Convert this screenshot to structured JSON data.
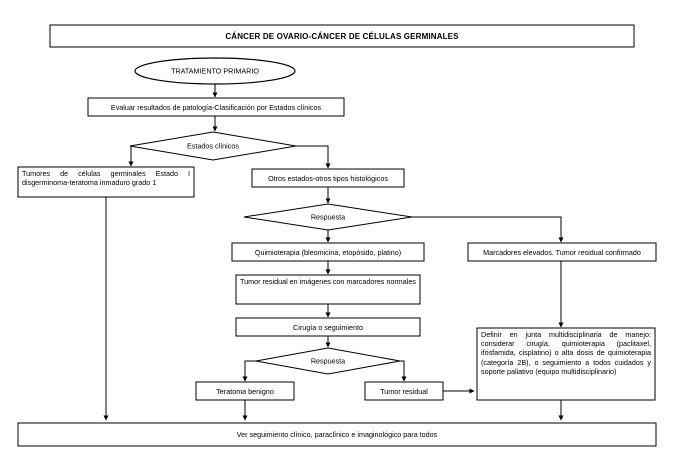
{
  "diagram": {
    "title": "CÁNCER DE OVARIO-CÁNCER DE CÉLULAS GERMINALES",
    "start": "TRATAMIENTO PRIMARIO",
    "nodes": {
      "evaluar": "Evaluar resultados de patología-Clasificación por Estados clínicos",
      "estados_clinicos": "Estados clínicos",
      "tumores_estado_i": "Tumores de células germinales Estado I disgerminoma-teratoma inmaduro grado 1",
      "otros_estados": "Otros estados-otros tipos histológicos",
      "respuesta_1": "Respuesta",
      "quimioterapia": "Quimioterapia (bleomicina, etopósido, platino)",
      "marcadores_elevados": "Marcadores elevados. Tumor residual confirmado",
      "tumor_residual_imagenes": "Tumor residual en imágenes con marcadores normales",
      "cirugia_seguimiento": "Cirugía o seguimiento",
      "respuesta_2": "Respuesta",
      "teratoma_benigno": "Teratoma benigno",
      "tumor_residual": "Tumor residual",
      "junta_multidisciplinaria": "Definir en junta multidisciplinaria de manejo: considerar cirugía, quimioterapia (paclitaxel, ifosfamida, cisplatino) o alta dosis de quimioterapia (categoría 2B), o seguimiento a todos cuidados y soporte paliativo (equipo multidisciplinario)",
      "ver_seguimiento": "Ver seguimiento clínico, paraclínico e imaginológico para todos"
    },
    "colors": {
      "stroke": "#000000",
      "fill": "#ffffff",
      "text": "#000000"
    }
  }
}
